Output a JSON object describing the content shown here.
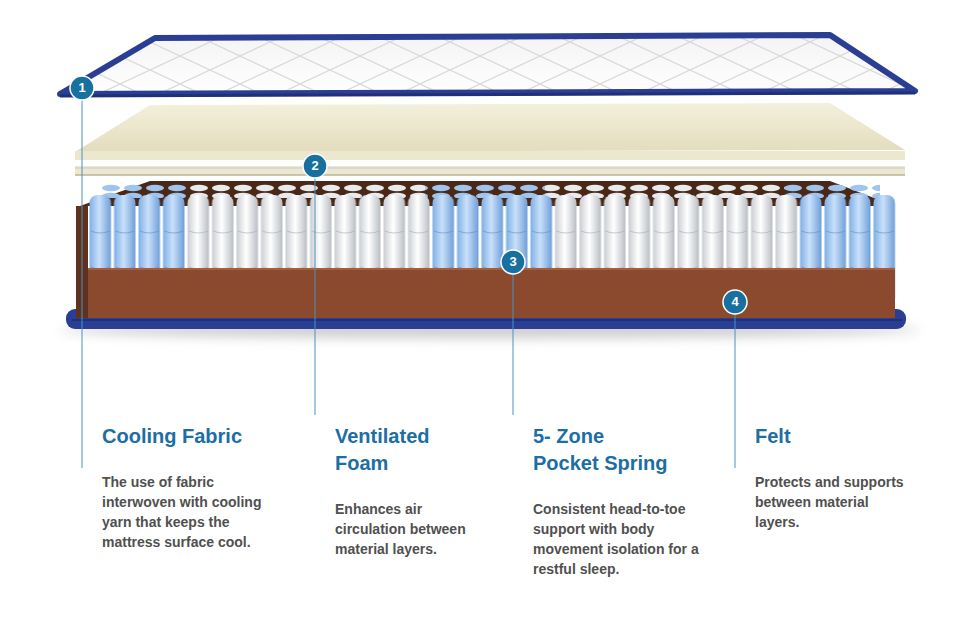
{
  "diagram": {
    "labels": [
      "1",
      "2",
      "3",
      "4",
      "Cooling Fabric",
      "The use of fabric interwoven with cooling yarn that keeps the mattress surface cool.",
      "Ventilated Foam",
      "Enhances air circulation between material layers.",
      "5- Zone Pocket Spring",
      "Consistent head-to-toe support with body movement isolation for a restful sleep.",
      "Felt",
      "Protects and supports between material layers."
    ]
  }
}
